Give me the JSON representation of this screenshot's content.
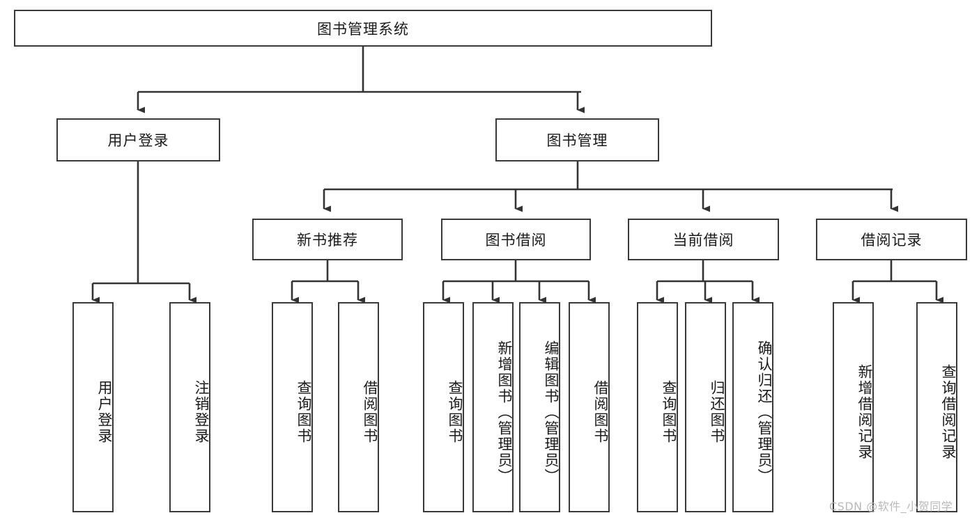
{
  "diagram": {
    "type": "tree",
    "title": "图书管理系统",
    "root": {
      "label": "图书管理系统"
    },
    "level2": [
      {
        "label": "用户登录"
      },
      {
        "label": "图书管理"
      }
    ],
    "level3": [
      {
        "label": "新书推荐"
      },
      {
        "label": "图书借阅"
      },
      {
        "label": "当前借阅"
      },
      {
        "label": "借阅记录"
      }
    ],
    "leaves": {
      "user_login": [
        {
          "label": "用户登录"
        },
        {
          "label": "注销登录"
        }
      ],
      "new_book_recommend": [
        {
          "label": "查询图书"
        },
        {
          "label": "借阅图书"
        }
      ],
      "book_borrow": [
        {
          "label": "查询图书"
        },
        {
          "label": "新增图书（管理员）"
        },
        {
          "label": "编辑图书（管理员）"
        },
        {
          "label": "借阅图书"
        }
      ],
      "current_borrow": [
        {
          "label": "查询图书"
        },
        {
          "label": "归还图书"
        },
        {
          "label": "确认归还（管理员）"
        }
      ],
      "borrow_record": [
        {
          "label": "新增借阅记录"
        },
        {
          "label": "查询借阅记录"
        }
      ]
    },
    "watermark": "CSDN @软件_小贺同学",
    "colors": {
      "box_border": "#3a3a3a",
      "box_fill": "#ffffff",
      "connector": "#333333",
      "text": "#1a1a1a",
      "watermark": "#b9b9b9"
    }
  }
}
